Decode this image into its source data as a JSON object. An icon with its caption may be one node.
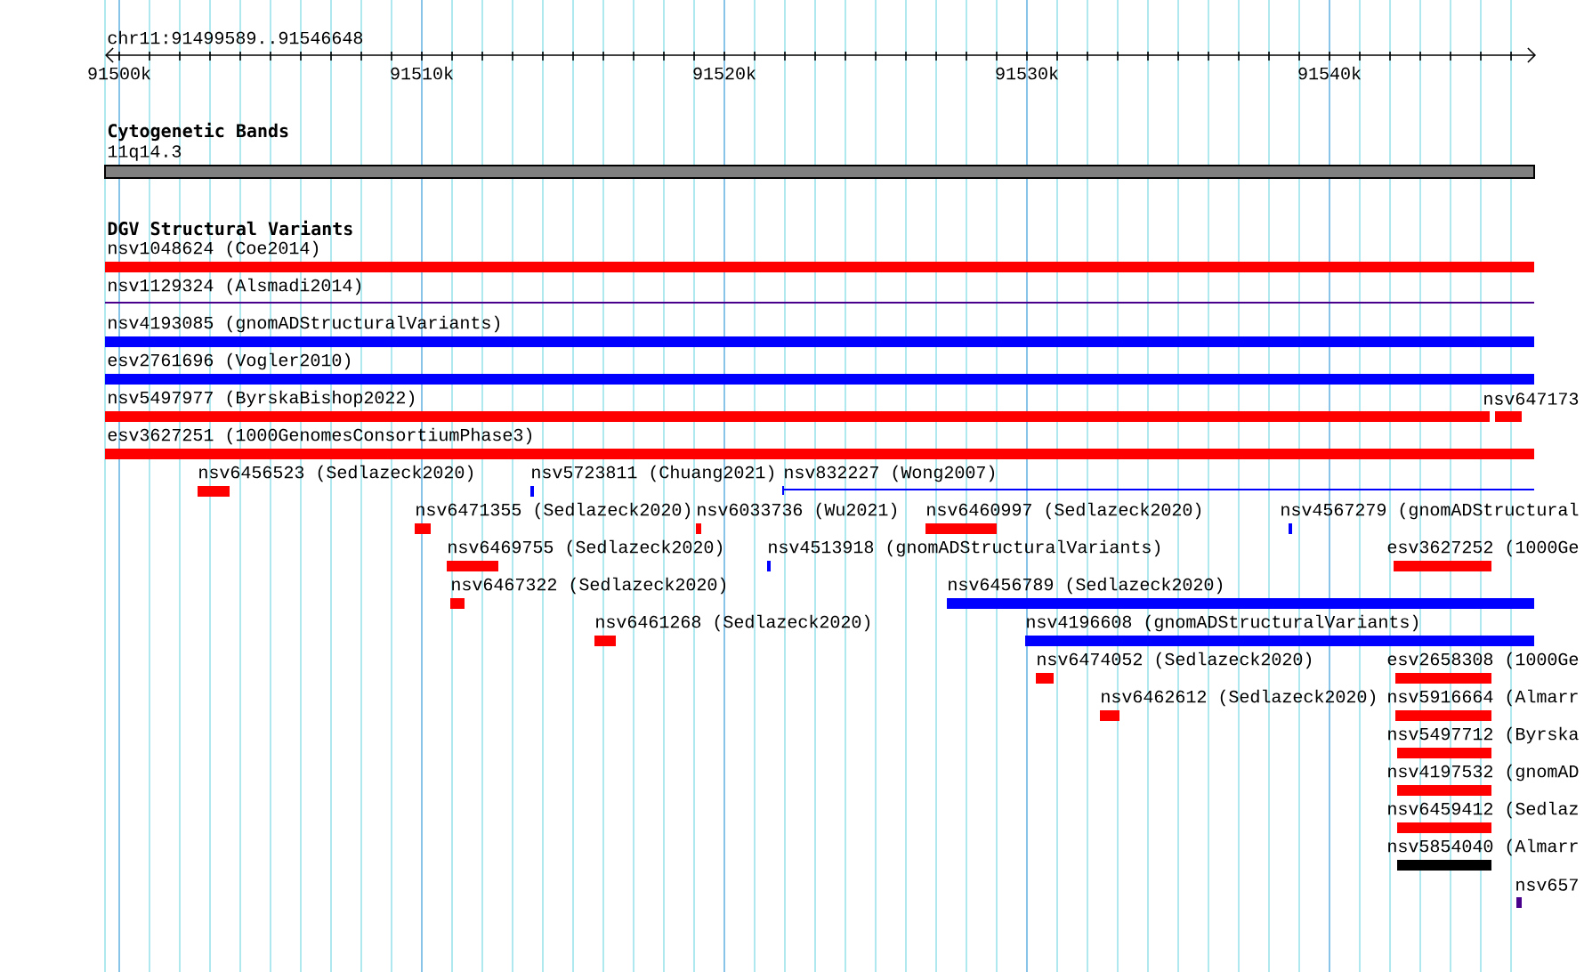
{
  "diagram": {
    "nodes": [
      {
        "text": [
          "11q14.3"
        ]
      },
      {
        "text": [
          "nsv1048624 (Coe2014)"
        ]
      },
      {
        "text": [
          "nsv1129324 (Alsmadi2014)"
        ]
      },
      {
        "text": [
          "nsv4193085 (gnomADStructuralVariants)"
        ]
      },
      {
        "text": [
          "esv2761696 (Vogler2010)"
        ]
      },
      {
        "text": [
          "nsv5497977 (ByrskaBishop2022)"
        ]
      },
      {
        "text": [
          "nsv647173"
        ]
      },
      {
        "text": [
          "esv3627251 (1000GenomesConsortiumPhase3)"
        ]
      },
      {
        "text": [
          "nsv6456523 (Sedlazeck2020)"
        ]
      },
      {
        "text": [
          "nsv5723811 (Chuang2021)"
        ]
      },
      {
        "text": [
          "nsv832227 (Wong2007)"
        ]
      },
      {
        "text": [
          "nsv6471355 (Sedlazeck2020)"
        ]
      },
      {
        "text": [
          "nsv6033736 (Wu2021)"
        ]
      },
      {
        "text": [
          "nsv6460997 (Sedlazeck2020)"
        ]
      },
      {
        "text": [
          "nsv4567279 (gnomADStructural"
        ]
      },
      {
        "text": [
          "nsv6469755 (Sedlazeck2020)"
        ]
      },
      {
        "text": [
          "nsv4513918 (gnomADStructuralVariants)"
        ]
      },
      {
        "text": [
          "esv3627252 (1000Ge"
        ]
      },
      {
        "text": [
          "nsv6467322 (Sedlazeck2020)"
        ]
      },
      {
        "text": [
          "nsv6456789 (Sedlazeck2020)"
        ]
      },
      {
        "text": [
          "nsv6461268 (Sedlazeck2020)"
        ]
      },
      {
        "text": [
          "nsv4196608 (gnomADStructuralVariants)"
        ]
      },
      {
        "text": [
          "nsv6474052 (Sedlazeck2020)"
        ]
      },
      {
        "text": [
          "esv2658308 (1000Ge"
        ]
      },
      {
        "text": [
          "nsv6462612 (Sedlazeck2020)"
        ]
      },
      {
        "text": [
          "nsv5916664 (Almarr"
        ]
      },
      {
        "text": [
          "nsv5497712 (Byrska"
        ]
      },
      {
        "text": [
          "nsv4197532 (gnomAD"
        ]
      },
      {
        "text": [
          "nsv6459412 (Sedlaz"
        ]
      },
      {
        "text": [
          "nsv5854040 (Almarr"
        ]
      },
      {
        "text": [
          "nsv657"
        ]
      }
    ],
    "labels": [
      "chr11:91499589..91546648",
      "91500k",
      "91510k",
      "91520k",
      "91530k",
      "91540k",
      "Cytogenetic Bands",
      "DGV Structural Variants"
    ]
  }
}
